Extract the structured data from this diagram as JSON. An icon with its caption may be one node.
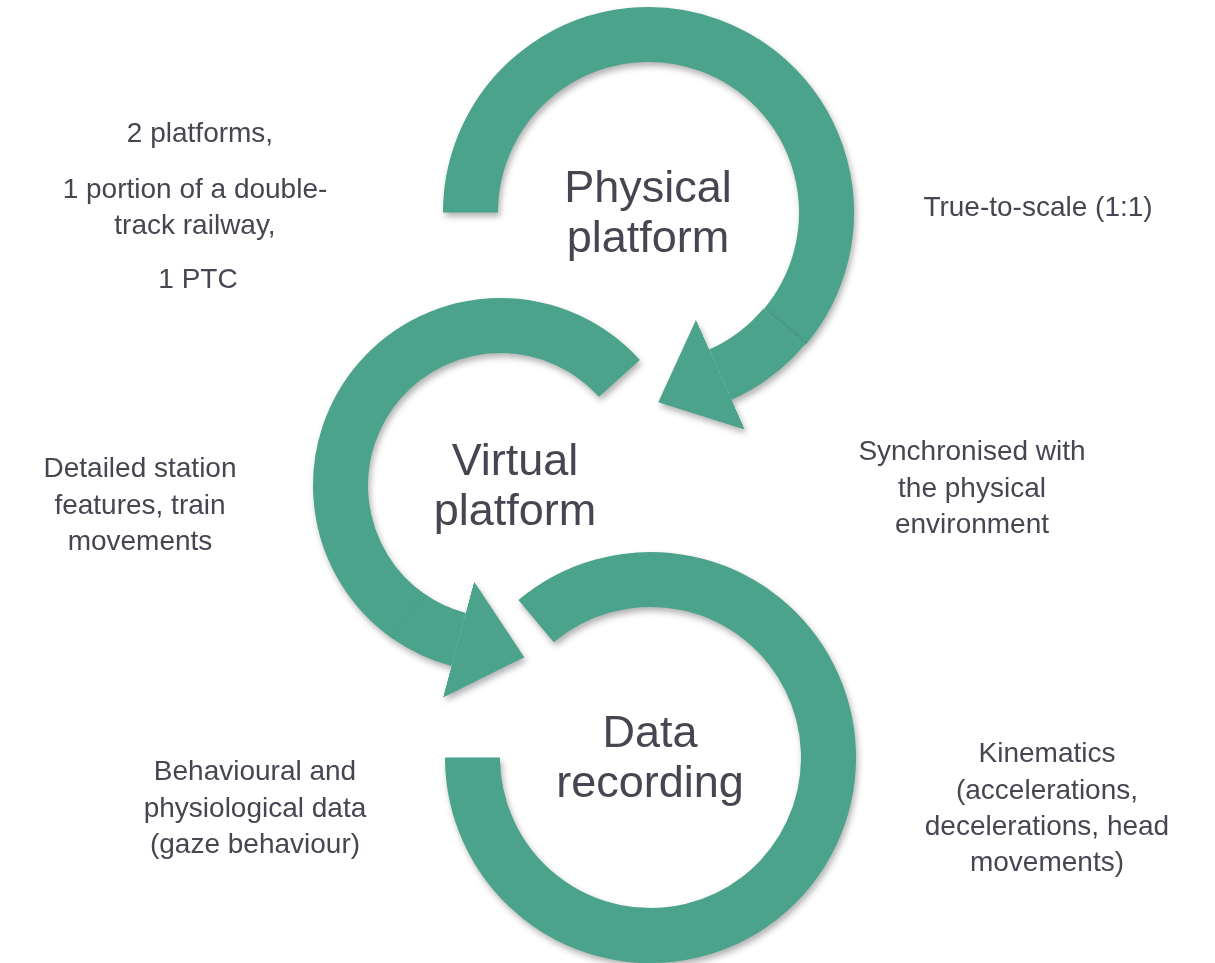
{
  "diagram": {
    "nodes": [
      {
        "text": [
          "Physical platform"
        ]
      },
      {
        "text": [
          "Virtual platform"
        ]
      },
      {
        "text": [
          "Data recording"
        ]
      }
    ],
    "edges": [
      {
        "from": 0,
        "to": 1,
        "arrow": "to"
      },
      {
        "from": 1,
        "to": 2,
        "arrow": "to"
      }
    ],
    "labels": [
      "2 platforms,",
      "1 portion of a double-track railway,",
      "True-to-scale (1:1)",
      "1 PTC",
      "Detailed station features, train movements",
      "Synchronised with the physical environment",
      "Behavioural and physiological data (gaze behaviour)",
      "Kinematics (accelerations, decelerations, head movements)"
    ]
  }
}
